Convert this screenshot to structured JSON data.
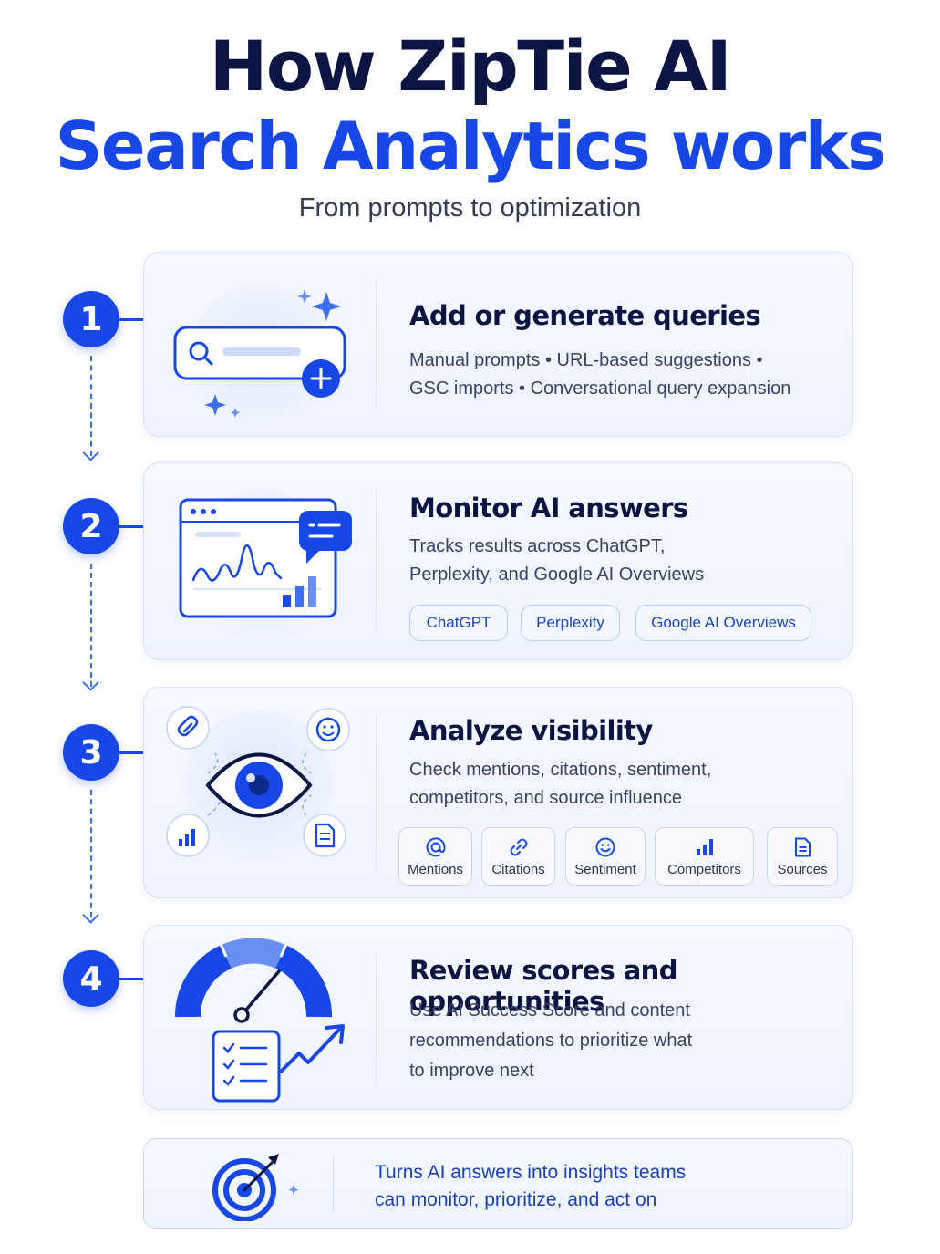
{
  "header": {
    "title_line1": "How ZipTie AI",
    "title_line2": "Search Analytics works",
    "subtitle": "From prompts to optimization"
  },
  "colors": {
    "accent": "#1747e6",
    "dark": "#0b1442",
    "card_bg": "#f2f6ff",
    "card_border": "#d7e1f7"
  },
  "steps": [
    {
      "number": "1",
      "title": "Add or generate queries",
      "desc_lines": [
        "Manual prompts • URL-based suggestions •",
        "GSC imports • Conversational query expansion"
      ],
      "icon": "search-bar-plus-icon"
    },
    {
      "number": "2",
      "title": "Monitor AI answers",
      "desc_lines": [
        "Tracks results across ChatGPT,",
        "Perplexity, and Google AI Overviews"
      ],
      "tags": [
        "ChatGPT",
        "Perplexity",
        "Google AI Overviews"
      ],
      "icon": "dashboard-chart-icon"
    },
    {
      "number": "3",
      "title": "Analyze visibility",
      "desc_lines": [
        "Check mentions, citations, sentiment,",
        "competitors, and source influence"
      ],
      "metrics": [
        {
          "label": "Mentions",
          "icon": "at-sign-icon"
        },
        {
          "label": "Citations",
          "icon": "link-icon"
        },
        {
          "label": "Sentiment",
          "icon": "smiley-icon"
        },
        {
          "label": "Competitors",
          "icon": "bar-chart-icon"
        },
        {
          "label": "Sources",
          "icon": "document-icon"
        }
      ],
      "icon": "eye-icon"
    },
    {
      "number": "4",
      "title": "Review scores and opportunities",
      "desc_lines": [
        "Use AI Success Score and content",
        "recommendations to prioritize what",
        "to improve next"
      ],
      "icon": "gauge-checklist-icon"
    }
  ],
  "footer": {
    "lines": [
      "Turns AI answers into insights teams",
      "can monitor, prioritize, and act on"
    ],
    "icon": "target-arrow-icon"
  }
}
